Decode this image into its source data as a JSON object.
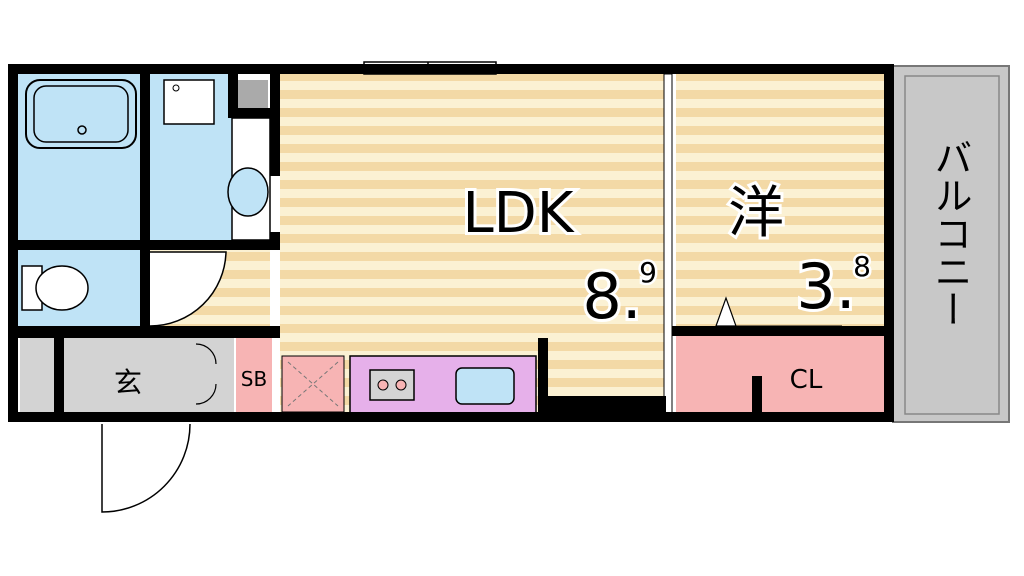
{
  "rooms": {
    "ldk": {
      "label": "LDK",
      "size_main": "8.",
      "size_sub": "9"
    },
    "western": {
      "label": "洋",
      "size_main": "3.",
      "size_sub": "8"
    },
    "closet": {
      "label": "CL"
    },
    "entrance": {
      "label": "玄"
    },
    "shoe_box": {
      "label": "SB"
    },
    "balcony": {
      "label": "バルコニー"
    }
  },
  "colors": {
    "wall": "#000000",
    "floor_stripe_a": "#f3d9a6",
    "floor_stripe_b": "#fbf1d3",
    "wet_area": "#bfe3f6",
    "closet": "#f7b4b4",
    "kitchen": "#e6b0ea",
    "entrance": "#d3d3d3",
    "balcony": "#c8c8c8"
  }
}
